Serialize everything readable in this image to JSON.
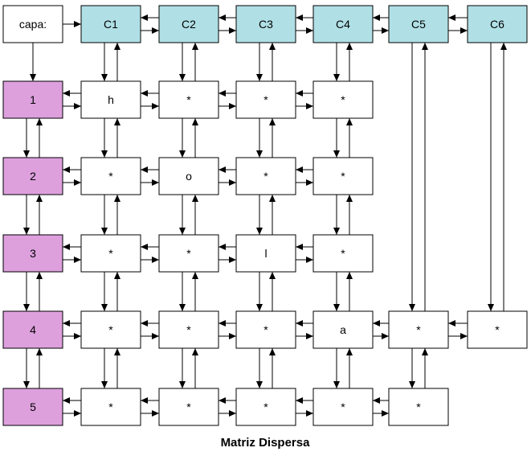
{
  "title": "Matriz Dispersa",
  "colors": {
    "header_col": "#b0e0e6",
    "header_row": "#dda0dd",
    "cell": "#ffffff",
    "border": "#000000"
  },
  "head": {
    "label": "capa:"
  },
  "columns": [
    "C1",
    "C2",
    "C3",
    "C4",
    "C5",
    "C6"
  ],
  "rows": [
    {
      "label": "1",
      "cells": [
        "h",
        "*",
        "*",
        "*",
        null,
        null
      ]
    },
    {
      "label": "2",
      "cells": [
        "*",
        "o",
        "*",
        "*",
        null,
        null
      ]
    },
    {
      "label": "3",
      "cells": [
        "*",
        "*",
        "l",
        "*",
        null,
        null
      ]
    },
    {
      "label": "4",
      "cells": [
        "*",
        "*",
        "*",
        "a",
        "*",
        "*"
      ]
    },
    {
      "label": "5",
      "cells": [
        "*",
        "*",
        "*",
        "*",
        "*",
        null
      ]
    }
  ]
}
